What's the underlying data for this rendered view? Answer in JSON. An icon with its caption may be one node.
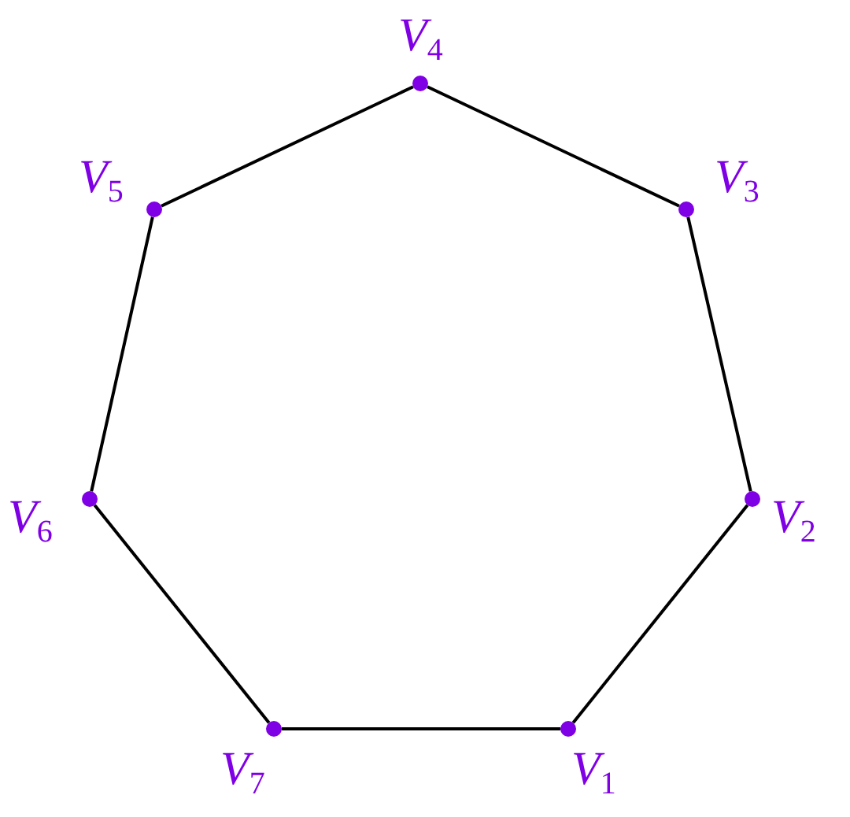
{
  "diagram": {
    "nodes": [
      {
        "text": [
          "*V*$_{1}$"
        ]
      },
      {
        "text": [
          "*V*$_{2}$"
        ]
      },
      {
        "text": [
          "*V*$_{3}$"
        ]
      },
      {
        "text": [
          "*V*$_{4}$"
        ]
      },
      {
        "text": [
          "*V*$_{5}$"
        ]
      },
      {
        "text": [
          "*V*$_{6}$"
        ]
      },
      {
        "text": [
          "*V*$_{7}$"
        ]
      }
    ],
    "edges": [
      {
        "from": 0,
        "to": 1,
        "arrow": "none"
      },
      {
        "from": 1,
        "to": 2,
        "arrow": "none"
      },
      {
        "from": 2,
        "to": 3,
        "arrow": "none"
      },
      {
        "from": 3,
        "to": 4,
        "arrow": "none"
      },
      {
        "from": 4,
        "to": 5,
        "arrow": "none"
      },
      {
        "from": 5,
        "to": 6,
        "arrow": "none"
      },
      {
        "from": 6,
        "to": 0,
        "arrow": "none"
      }
    ]
  }
}
